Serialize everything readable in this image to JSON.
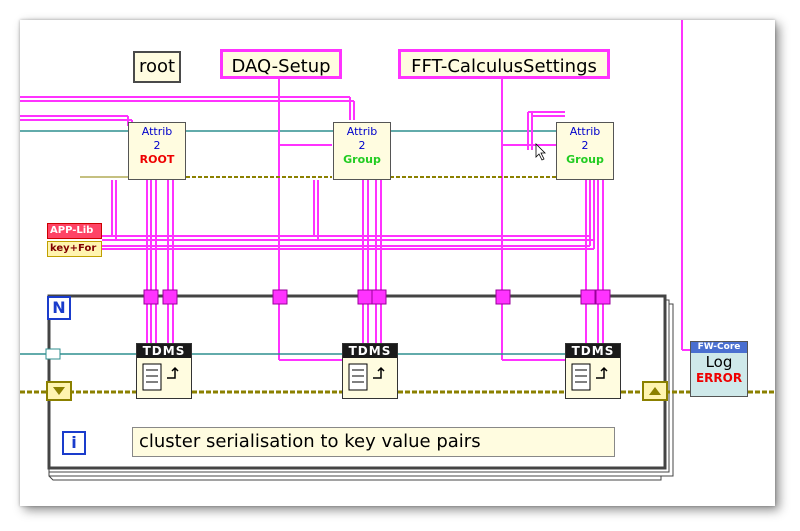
{
  "constants": {
    "root": "root",
    "daq_setup": "DAQ-Setup",
    "fft_settings": "FFT-CalculusSettings"
  },
  "attrib_nodes": [
    {
      "line1": "Attrib",
      "line2": "2",
      "line3": "ROOT",
      "line3_color": "#ee0000"
    },
    {
      "line1": "Attrib",
      "line2": "2",
      "line3": "Group",
      "line3_color": "#22cc22"
    },
    {
      "line1": "Attrib",
      "line2": "2",
      "line3": "Group",
      "line3_color": "#22cc22"
    }
  ],
  "tdms_nodes": [
    {
      "header": "TDMS"
    },
    {
      "header": "TDMS"
    },
    {
      "header": "TDMS"
    }
  ],
  "app_lib": {
    "line1": "APP-Lib",
    "line2": "key+For"
  },
  "fw_core": {
    "line1": "FW-Core",
    "line2": "Log",
    "line3": "ERROR"
  },
  "loop": {
    "count_label": "N",
    "iteration_label": "i"
  },
  "comment": "cluster serialisation to key value pairs",
  "colors": {
    "wire_pink": "#ff33ff",
    "wire_teal": "#2f8f8f",
    "wire_olive": "#8b8000",
    "loop_border": "#444444"
  }
}
